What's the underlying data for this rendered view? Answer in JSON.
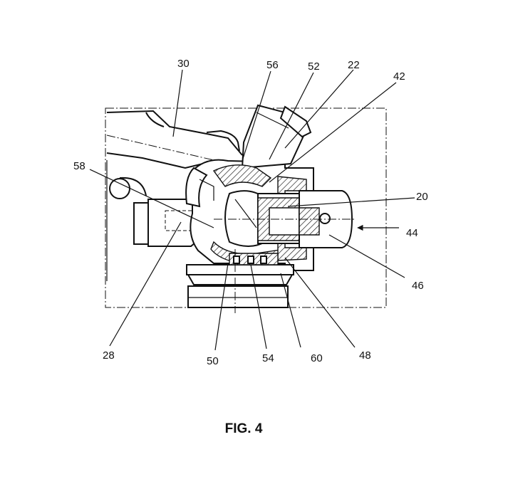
{
  "figure": {
    "caption": "FIG. 4",
    "labels": {
      "l20": "20",
      "l22": "22",
      "l28": "28",
      "l30": "30",
      "l42": "42",
      "l44": "44",
      "l46": "46",
      "l48": "48",
      "l50": "50",
      "l52": "52",
      "l54": "54",
      "l56": "56",
      "l58": "58",
      "l60": "60"
    }
  }
}
